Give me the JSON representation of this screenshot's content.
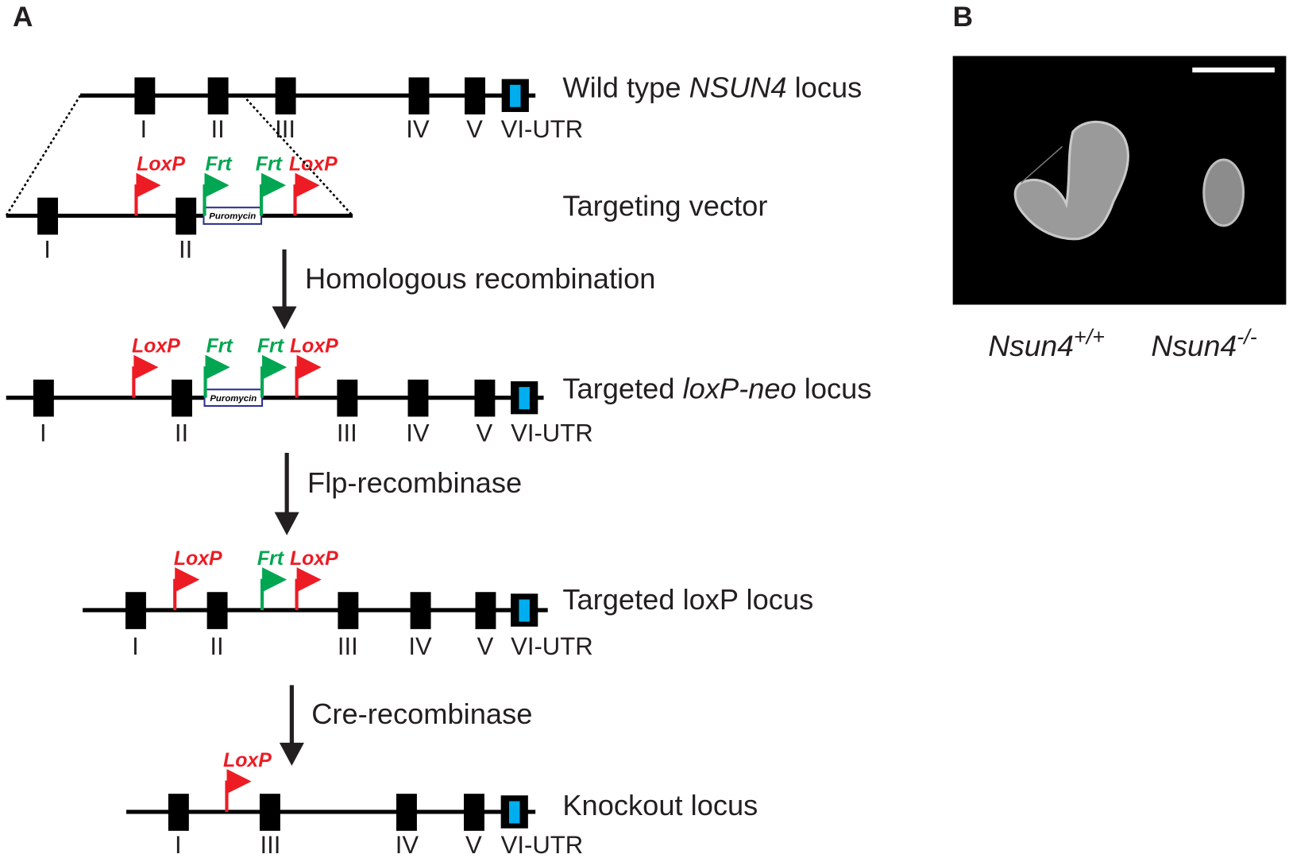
{
  "panel_a": {
    "label": "A",
    "rows": [
      {
        "title_pre": "Wild type ",
        "title_em": "NSUN4",
        "title_post": " locus",
        "exons": [
          "I",
          "II",
          "III",
          "IV",
          "V",
          "VI-UTR"
        ],
        "sites": []
      },
      {
        "title_pre": "Targeting vector",
        "title_em": "",
        "title_post": "",
        "exons": [
          "I",
          "II"
        ],
        "cassette": "Puromycin",
        "sites": [
          "LoxP",
          "Frt",
          "Frt",
          "LoxP"
        ]
      },
      {
        "title_pre": "Targeted ",
        "title_em": "loxP-neo",
        "title_post": " locus",
        "exons": [
          "I",
          "II",
          "III",
          "IV",
          "V",
          "VI-UTR"
        ],
        "cassette": "Puromycin",
        "sites": [
          "LoxP",
          "Frt",
          "Frt",
          "LoxP"
        ]
      },
      {
        "title_pre": "Targeted loxP locus",
        "title_em": "",
        "title_post": "",
        "exons": [
          "I",
          "II",
          "III",
          "IV",
          "V",
          "VI-UTR"
        ],
        "sites": [
          "LoxP",
          "Frt",
          "LoxP"
        ]
      },
      {
        "title_pre": "Knockout locus",
        "title_em": "",
        "title_post": "",
        "exons": [
          "I",
          "III",
          "IV",
          "V",
          "VI-UTR"
        ],
        "sites": [
          "LoxP"
        ]
      }
    ],
    "steps": [
      "Homologous recombination",
      "Flp-recombinase",
      "Cre-recombinase"
    ]
  },
  "panel_b": {
    "label": "B",
    "genotypes": [
      {
        "base": "Nsun4",
        "sup": "+/+"
      },
      {
        "base": "Nsun4",
        "sup": "-/-"
      }
    ]
  },
  "colors": {
    "loxp": "#ed1c24",
    "frt": "#00a651",
    "utr": "#00aeef",
    "cassette_border": "#2e3192",
    "line": "#000000"
  }
}
